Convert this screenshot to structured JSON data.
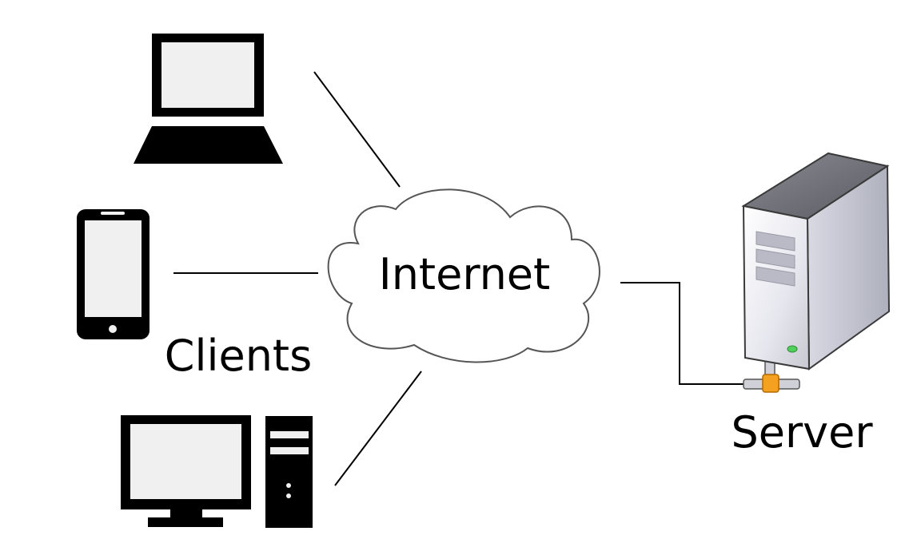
{
  "labels": {
    "cloud": "Internet",
    "clients": "Clients",
    "server": "Server"
  },
  "icons": {
    "laptop": "laptop-icon",
    "phone": "smartphone-icon",
    "desktop": "desktop-computer-icon",
    "cloud": "cloud-icon",
    "server": "server-tower-icon"
  },
  "colors": {
    "ink": "#000000",
    "screen_fill": "#f0f0f0",
    "cloud_stroke": "#555555",
    "server_body": "#e4e4ec",
    "server_edge": "#4a4a4a",
    "connector": "#f4a020",
    "led": "#4fd05a"
  }
}
